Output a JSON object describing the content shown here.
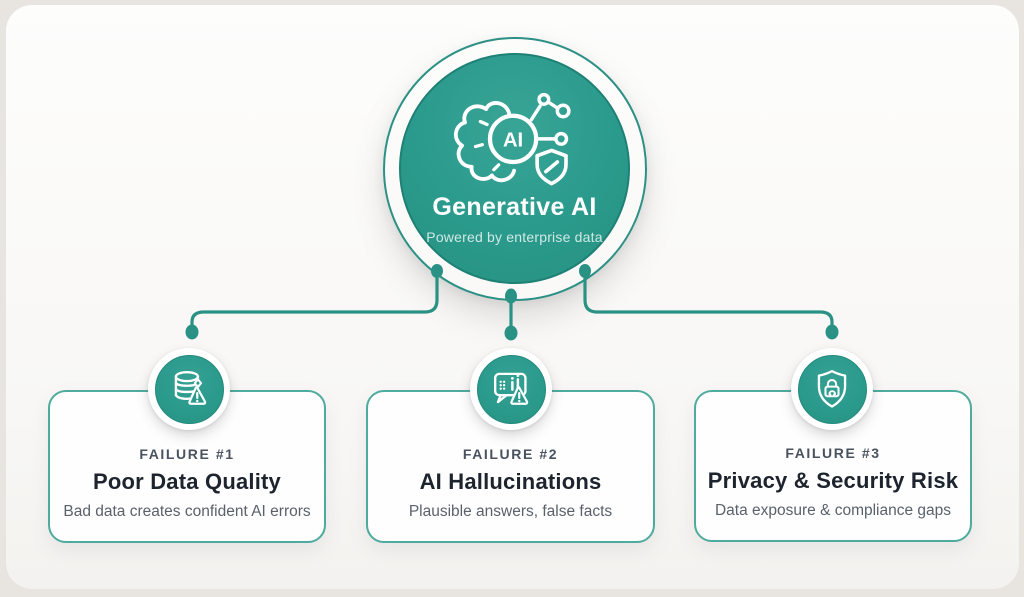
{
  "hub": {
    "title": "Generative AI",
    "subtitle": "Powered by enterprise data",
    "icon": "ai-brain-network-shield-icon"
  },
  "cards": [
    {
      "label": "FAILURE #1",
      "title": "Poor Data Quality",
      "description": "Bad data creates confident AI errors",
      "icon": "database-warning-icon"
    },
    {
      "label": "FAILURE #2",
      "title": "AI Hallucinations",
      "description": "Plausible answers, false facts",
      "icon": "chat-warning-icon"
    },
    {
      "label": "FAILURE #3",
      "title": "Privacy & Security Risk",
      "description": "Data exposure & compliance gaps",
      "icon": "shield-lock-icon"
    }
  ],
  "colors": {
    "teal": "#2a9a8c",
    "teal-dark": "#1f8076",
    "teal-ring": "#2c9084",
    "connector": "#2a9185",
    "card-border": "#4fab9e",
    "label": "#49525f",
    "title": "#1d242e",
    "description": "#5a616b",
    "panel-bg": "#fcfbfa",
    "frame-bg": "#e8e4df"
  }
}
